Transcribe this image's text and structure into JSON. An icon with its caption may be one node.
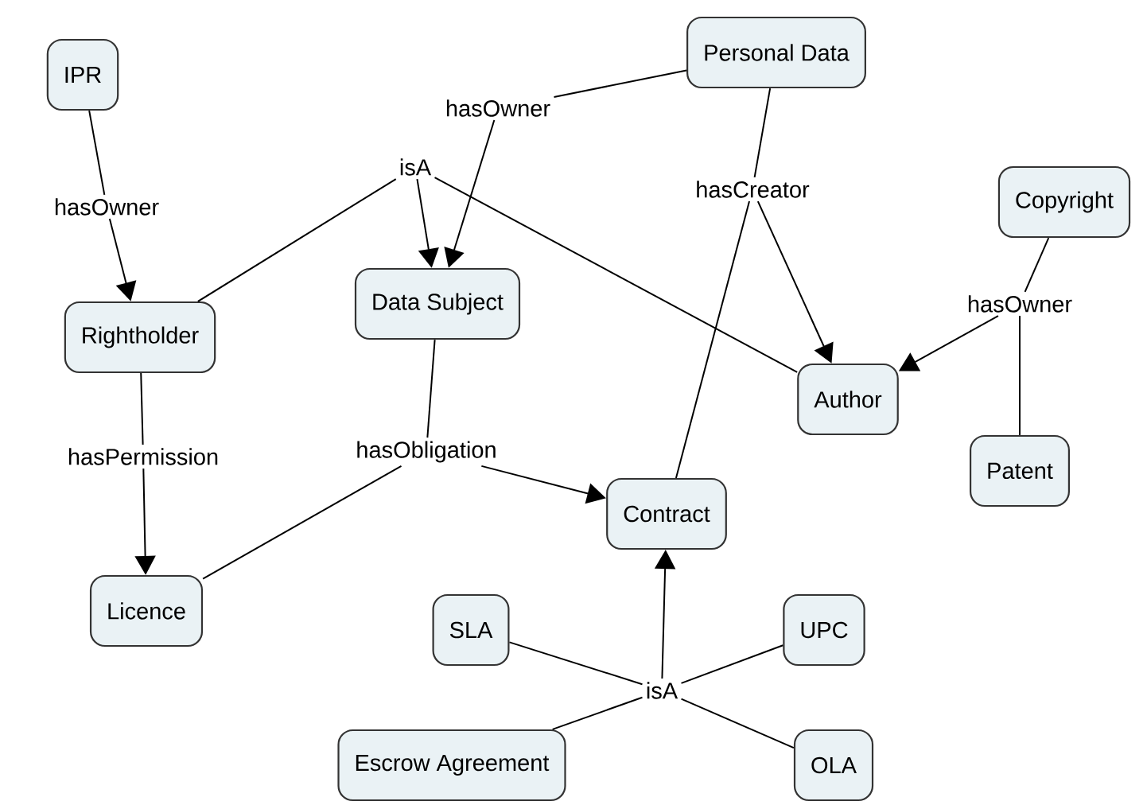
{
  "diagram": {
    "nodes": [
      {
        "text": [
          "IPR"
        ]
      },
      {
        "text": [
          "Personal Data"
        ]
      },
      {
        "text": [
          "Copyright"
        ]
      },
      {
        "text": [
          "Rightholder"
        ]
      },
      {
        "text": [
          "Data Subject"
        ]
      },
      {
        "text": [
          "Author"
        ]
      },
      {
        "text": [
          "Patent"
        ]
      },
      {
        "text": [
          "Contract"
        ]
      },
      {
        "text": [
          "Licence"
        ]
      },
      {
        "text": [
          "SLA"
        ]
      },
      {
        "text": [
          "UPC"
        ]
      },
      {
        "text": [
          "Escrow Agreement"
        ]
      },
      {
        "text": [
          "OLA"
        ]
      },
      {
        "text": [
          "hasOwner"
        ]
      },
      {
        "text": [
          "isA"
        ]
      },
      {
        "text": [
          "hasOwner"
        ]
      },
      {
        "text": [
          "hasCreator"
        ]
      },
      {
        "text": [
          "hasOwner"
        ]
      },
      {
        "text": [
          "hasPermission"
        ]
      },
      {
        "text": [
          "hasObligation"
        ]
      },
      {
        "text": [
          "isA"
        ]
      }
    ],
    "edges": [
      {
        "from": 0,
        "to": 13,
        "arrow": "none"
      },
      {
        "from": 13,
        "to": 3,
        "arrow": "to"
      },
      {
        "from": 3,
        "to": 14,
        "arrow": "none"
      },
      {
        "from": 5,
        "to": 14,
        "arrow": "none"
      },
      {
        "from": 14,
        "to": 4,
        "arrow": "to"
      },
      {
        "from": 1,
        "to": 15,
        "arrow": "none"
      },
      {
        "from": 15,
        "to": 4,
        "arrow": "to"
      },
      {
        "from": 1,
        "to": 16,
        "arrow": "none"
      },
      {
        "from": 16,
        "to": 5,
        "arrow": "to"
      },
      {
        "from": 7,
        "to": 16,
        "arrow": "none"
      },
      {
        "from": 2,
        "to": 17,
        "arrow": "none"
      },
      {
        "from": 6,
        "to": 17,
        "arrow": "none"
      },
      {
        "from": 17,
        "to": 5,
        "arrow": "to"
      },
      {
        "from": 3,
        "to": 18,
        "arrow": "none"
      },
      {
        "from": 18,
        "to": 8,
        "arrow": "to"
      },
      {
        "from": 4,
        "to": 19,
        "arrow": "none"
      },
      {
        "from": 8,
        "to": 19,
        "arrow": "none"
      },
      {
        "from": 19,
        "to": 7,
        "arrow": "to"
      },
      {
        "from": 9,
        "to": 20,
        "arrow": "none"
      },
      {
        "from": 10,
        "to": 20,
        "arrow": "none"
      },
      {
        "from": 11,
        "to": 20,
        "arrow": "none"
      },
      {
        "from": 12,
        "to": 20,
        "arrow": "none"
      },
      {
        "from": 20,
        "to": 7,
        "arrow": "to"
      }
    ]
  }
}
